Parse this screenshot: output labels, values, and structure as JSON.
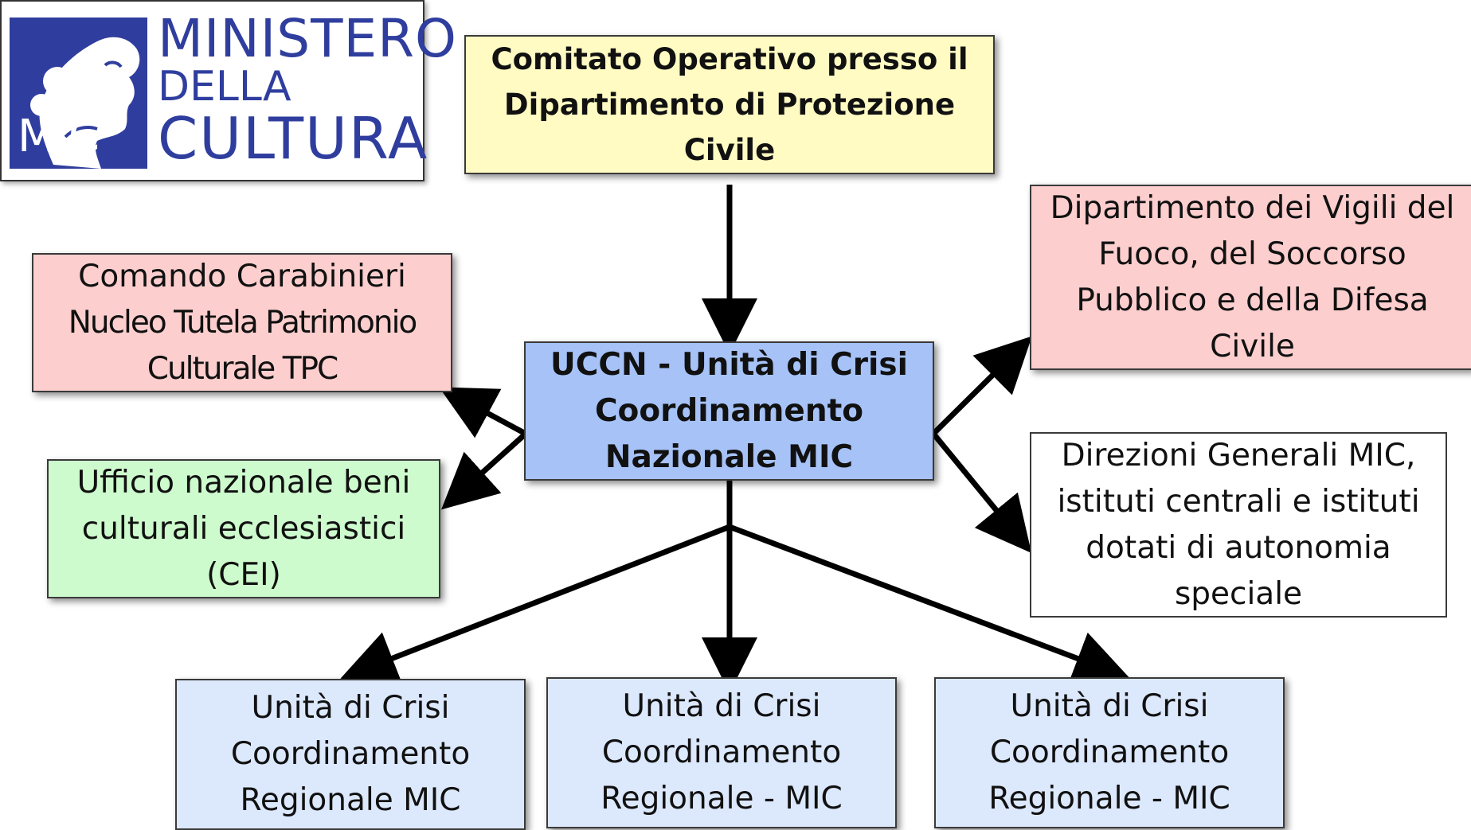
{
  "logo": {
    "line1": "MINISTERO",
    "line2": "DELLA",
    "line3": "CULTURA",
    "abbr": "MiC",
    "color": "#2f3e9e"
  },
  "nodes": {
    "comitato": {
      "lines": [
        "Comitato Operativo  presso il",
        "Dipartimento  di Protezione",
        "Civile"
      ],
      "color": "#fffbc2"
    },
    "uccn": {
      "lines": [
        "UCCN - Unità di Crisi",
        "Coordinamento",
        "Nazionale MIC"
      ],
      "color": "#a6c2f7"
    },
    "carabinieri": {
      "lines": [
        "Comando Carabinieri",
        "Nucleo Tutela Patrimonio",
        "Culturale  TPC"
      ],
      "color": "#fdcece"
    },
    "cei": {
      "lines": [
        "Ufficio nazionale beni",
        "culturali ecclesiastici",
        "(CEI)"
      ],
      "color": "#cdfbcd"
    },
    "vigili": {
      "lines": [
        "Dipartimento dei Vigili del",
        "Fuoco, del Soccorso",
        "Pubblico  e della Difesa",
        "Civile"
      ],
      "color": "#fdcece"
    },
    "direzioni": {
      "lines": [
        "Direzioni Generali MIC,",
        "istituti centrali e istituti",
        "dotati di autonomia",
        "speciale"
      ],
      "color": "#ffffff"
    },
    "regionale1": {
      "lines": [
        "Unità di Crisi",
        "Coordinamento",
        "Regionale MIC"
      ],
      "color": "#dce8fc"
    },
    "regionale2": {
      "lines": [
        "Unità di Crisi",
        "Coordinamento",
        "Regionale - MIC"
      ],
      "color": "#dce8fc"
    },
    "regionale3": {
      "lines": [
        "Unità di Crisi",
        "Coordinamento",
        "Regionale - MIC"
      ],
      "color": "#dce8fc"
    }
  }
}
